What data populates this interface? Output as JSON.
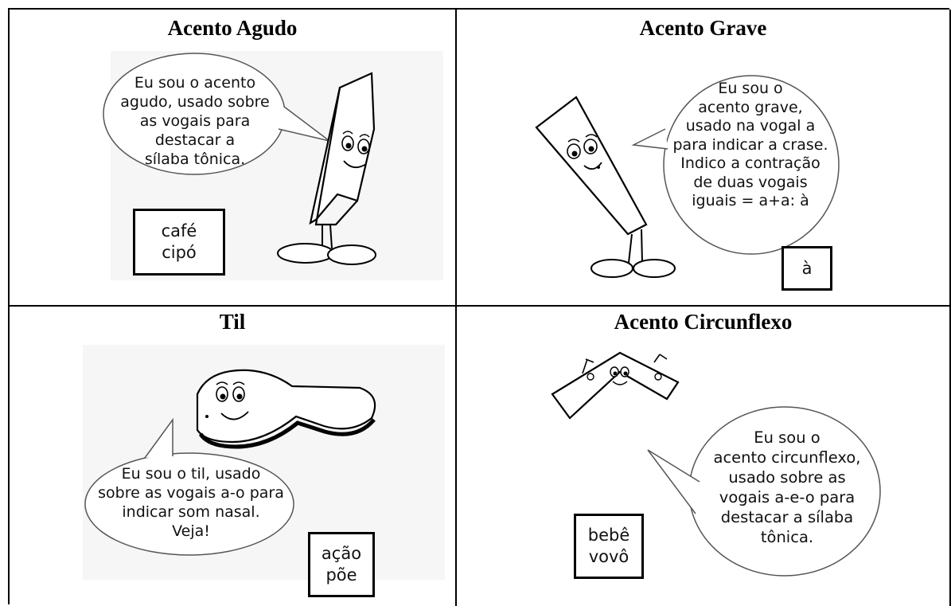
{
  "cards": [
    {
      "title": "Acento Agudo",
      "bubble_lines": [
        "Eu sou o acento",
        "agudo, usado sobre",
        "as vogais para",
        "destacar a",
        "sílaba tônica."
      ],
      "examples": [
        "café",
        "cipó"
      ]
    },
    {
      "title": "Acento Grave",
      "bubble_lines": [
        "Eu sou o",
        "acento grave,",
        "usado na vogal a",
        "para indicar a crase.",
        "Indico a contração",
        "de duas vogais",
        "iguais = a+a: à"
      ],
      "examples": [
        "à"
      ]
    },
    {
      "title": "Til",
      "bubble_lines": [
        "Eu sou o til, usado",
        "sobre as vogais a-o para",
        "indicar som nasal.",
        "Veja!"
      ],
      "examples": [
        "ação",
        "põe"
      ]
    },
    {
      "title": "Acento Circunflexo",
      "bubble_lines": [
        "Eu sou o",
        "acento circunflexo,",
        "usado sobre as",
        "vogais a-e-o para",
        "destacar a sílaba",
        "tônica."
      ],
      "examples": [
        "bebê",
        "vovô"
      ]
    }
  ]
}
